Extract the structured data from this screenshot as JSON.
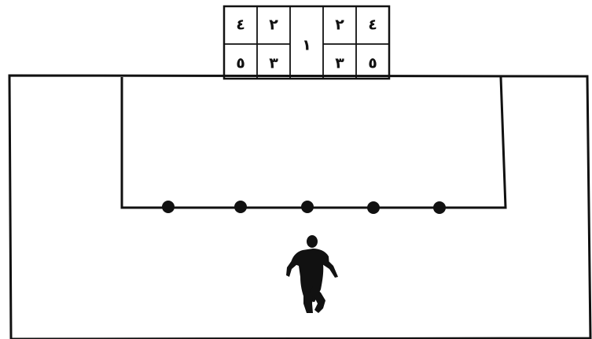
{
  "goal_grid": {
    "top_row": [
      "٤",
      "٢",
      "٢",
      "٤"
    ],
    "center": "١",
    "bottom_row": [
      "٥",
      "٣",
      "٣",
      "٥"
    ]
  },
  "markers": {
    "count": 5
  },
  "icons": {
    "player": "running-player-silhouette-icon"
  }
}
